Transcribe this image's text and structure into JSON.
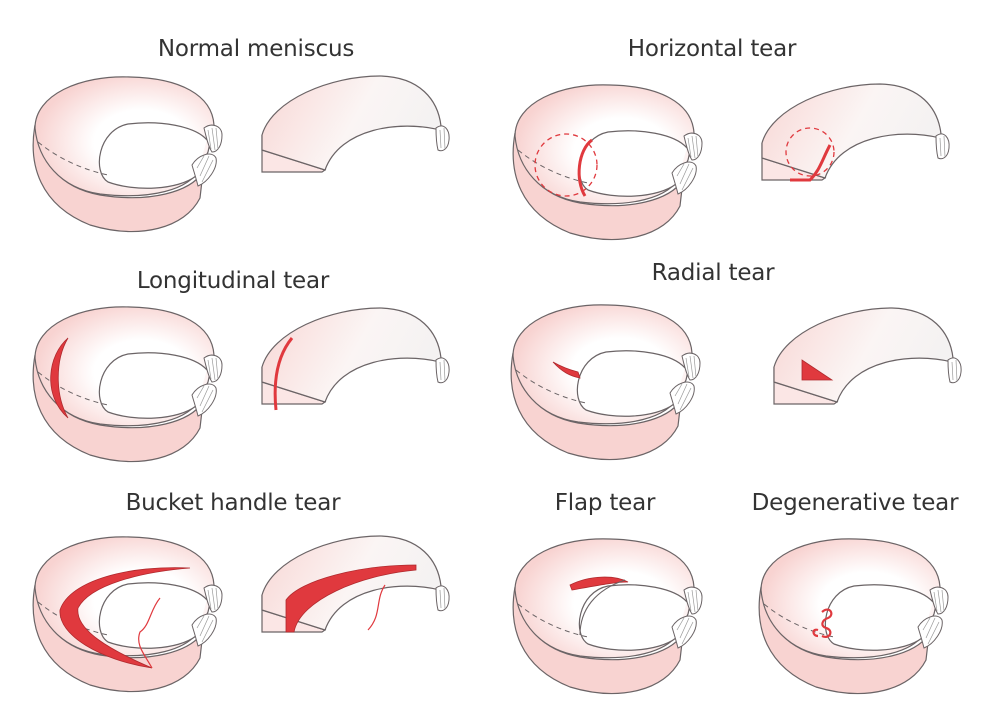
{
  "labels": {
    "normal": "Normal meniscus",
    "horizontal": "Horizontal tear",
    "longitudinal": "Longitudinal tear",
    "radial": "Radial tear",
    "bucket": "Bucket handle tear",
    "flap": "Flap tear",
    "degenerative": "Degenerative tear"
  },
  "colors": {
    "tissue": "#f8d3d1",
    "outline": "#6b6466",
    "tear": "#e0393e"
  }
}
